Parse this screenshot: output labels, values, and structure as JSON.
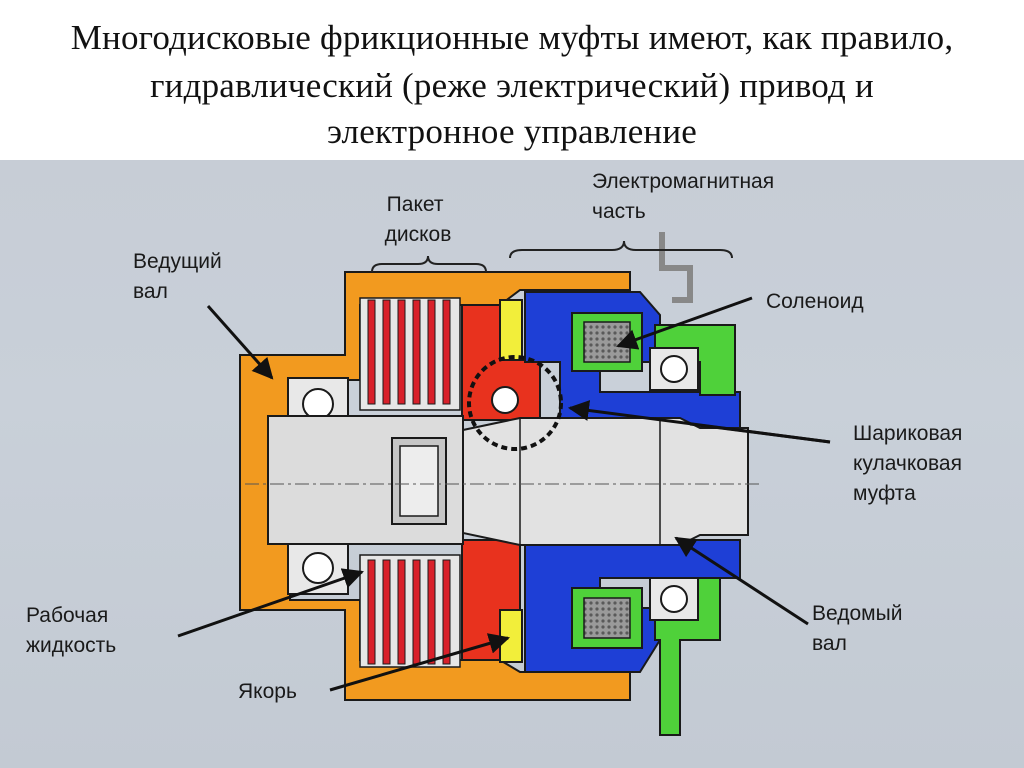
{
  "title_lines": [
    "Многодисковые фрикционные муфты имеют, как правило,",
    "гидравлический (реже электрический) привод и",
    "электронное управление"
  ],
  "labels": {
    "disk_pack": [
      "Пакет",
      "дисков"
    ],
    "electromagnetic": [
      "Электромагнитная",
      "часть"
    ],
    "drive_shaft": [
      "Ведущий",
      "вал"
    ],
    "solenoid": [
      "Соленоид"
    ],
    "ball_cam": [
      "Шариковая",
      "кулачковая",
      "муфта"
    ],
    "working_fluid": [
      "Рабочая",
      "жидкость"
    ],
    "driven_shaft": [
      "Ведомый",
      "вал"
    ],
    "armature": [
      "Якорь"
    ]
  },
  "colors": {
    "housing": "#f29a1f",
    "discs_red": "#d8202a",
    "discs_gray": "#c8c8c8",
    "driven_blue": "#1e3fd6",
    "solenoid_green": "#4fd13a",
    "armature_yellow": "#f2ee3a",
    "hub_red": "#e8321e",
    "outline": "#1a1a1a"
  }
}
